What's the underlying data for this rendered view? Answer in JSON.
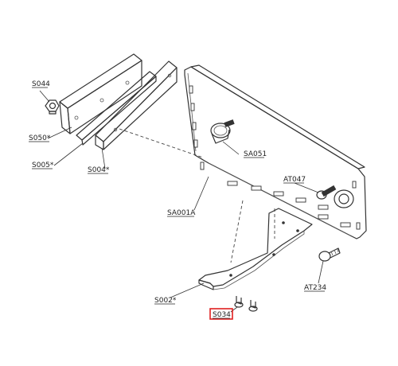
{
  "diagram": {
    "labels": {
      "s044": "S044",
      "s050": "S050*",
      "s005": "S005*",
      "s004": "S004*",
      "sa051": "SA051",
      "sa001a": "SA001A",
      "at047": "AT047",
      "at234": "AT234",
      "s002": "S002*",
      "s034": "S034"
    },
    "highlighted_part": "S034",
    "highlight_color": "#e02020",
    "line_color": "#333333"
  }
}
